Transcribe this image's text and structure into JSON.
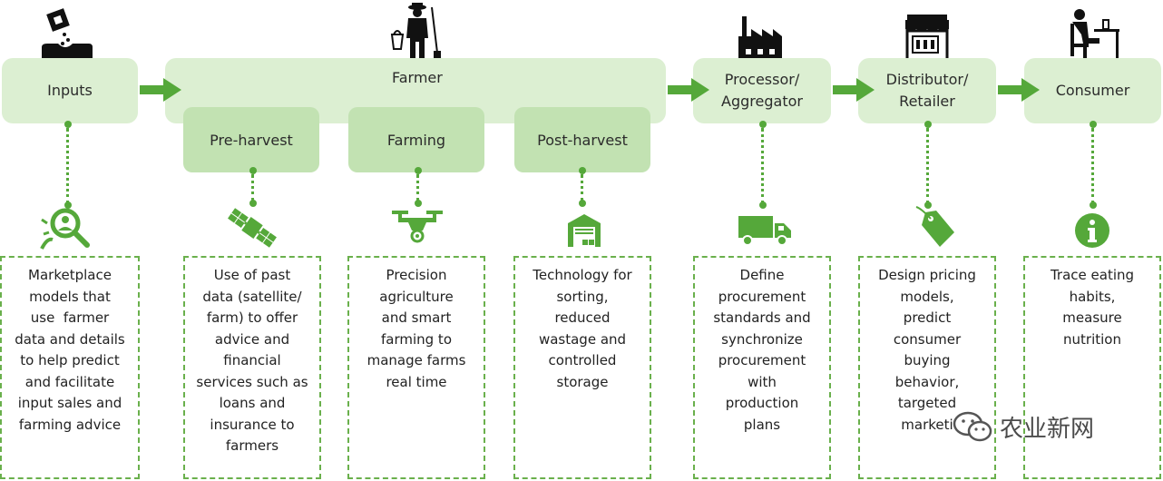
{
  "stages": {
    "inputs": "Inputs",
    "farmer": "Farmer",
    "processor": [
      "Processor/",
      "Aggregator"
    ],
    "distributor": [
      "Distributor/",
      "Retailer"
    ],
    "consumer": "Consumer"
  },
  "substages": {
    "pre_harvest": "Pre-harvest",
    "farming": "Farming",
    "post_harvest": "Post-harvest"
  },
  "descriptions": {
    "inputs": [
      "Marketplace",
      "models that",
      "use  farmer",
      "data and details",
      "to help predict",
      "and facilitate",
      "input sales and",
      "farming advice"
    ],
    "pre_harvest": [
      "Use of past",
      "data (satellite/",
      "farm) to offer",
      "advice and",
      "financial",
      "services such as",
      "loans and",
      "insurance to",
      "farmers"
    ],
    "farming": [
      "Precision",
      "agriculture",
      "and smart",
      "farming to",
      "manage farms",
      "real time"
    ],
    "post_harvest": [
      "Technology for",
      "sorting,",
      "reduced",
      "wastage and",
      "controlled",
      "storage"
    ],
    "processor": [
      "Define",
      "procurement",
      "standards and",
      "synchronize",
      "procurement",
      "with",
      "production",
      "plans"
    ],
    "distributor": [
      "Design pricing",
      "models,",
      "predict",
      "consumer",
      "buying",
      "behavior,",
      "targeted",
      "marketi"
    ],
    "consumer": [
      "Trace eating",
      "habits,",
      "measure",
      "nutrition"
    ]
  },
  "watermark": "农业新网",
  "colors": {
    "stage_fill": "#dcefd2",
    "substage_fill": "#c2e2b2",
    "accent_green": "#55a83a",
    "icon_black": "#111111"
  }
}
